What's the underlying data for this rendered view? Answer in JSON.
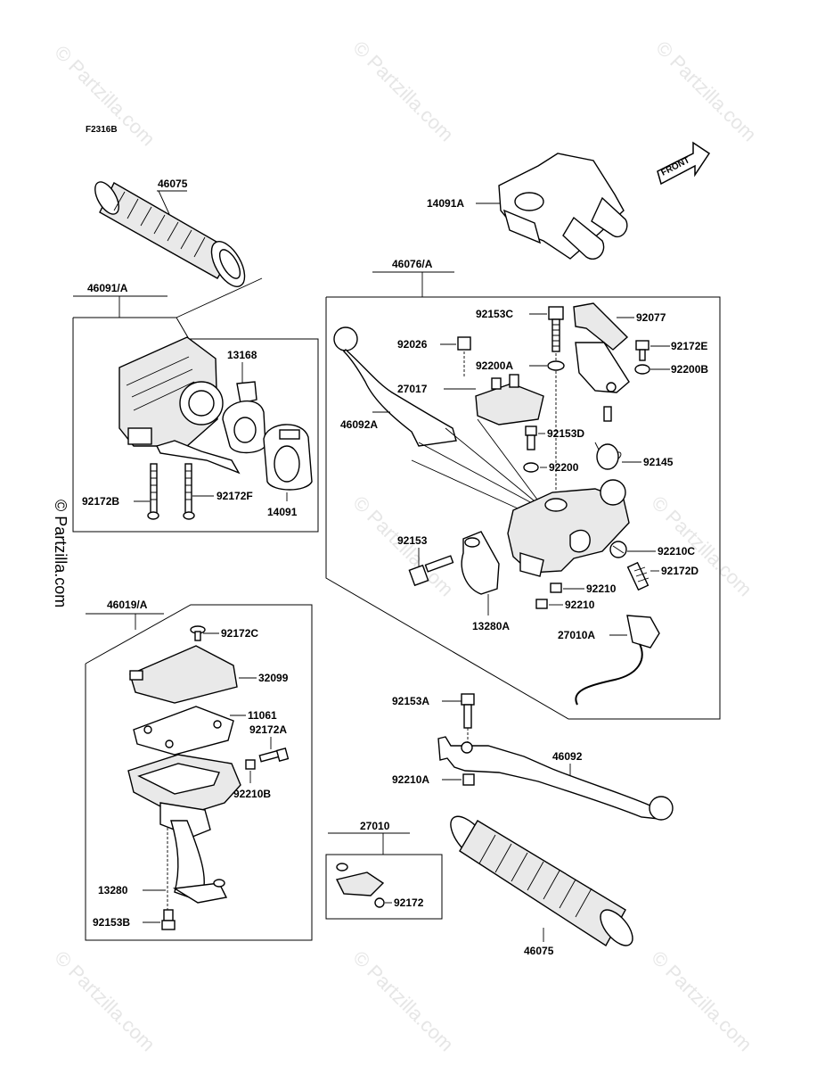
{
  "diagram_code": "F2316B",
  "copyright": "© Partzilla.com",
  "watermark": "© Partzilla.com",
  "front_label": "FRONT",
  "parts": {
    "p46075_top": "46075",
    "p46091A": "46091/A",
    "p13168": "13168",
    "p92172B": "92172B",
    "p92172F": "92172F",
    "p14091": "14091",
    "p14091A": "14091A",
    "p46076A": "46076/A",
    "p92153C": "92153C",
    "p92077": "92077",
    "p92026": "92026",
    "p92172E": "92172E",
    "p92200A": "92200A",
    "p92200B": "92200B",
    "p27017": "27017",
    "p46092A": "46092A",
    "p92153D": "92153D",
    "p92200": "92200",
    "p92145": "92145",
    "p92153": "92153",
    "p92210C": "92210C",
    "p92172D": "92172D",
    "p92210_1": "92210",
    "p92210_2": "92210",
    "p13280A": "13280A",
    "p27010A": "27010A",
    "p46019A": "46019/A",
    "p92172C": "92172C",
    "p32099": "32099",
    "p11061": "11061",
    "p92172A": "92172A",
    "p92210B": "92210B",
    "p13280": "13280",
    "p92153B": "92153B",
    "p92153A": "92153A",
    "p46092": "46092",
    "p92210A": "92210A",
    "p27010": "27010",
    "p92172": "92172",
    "p46075_bottom": "46075"
  }
}
